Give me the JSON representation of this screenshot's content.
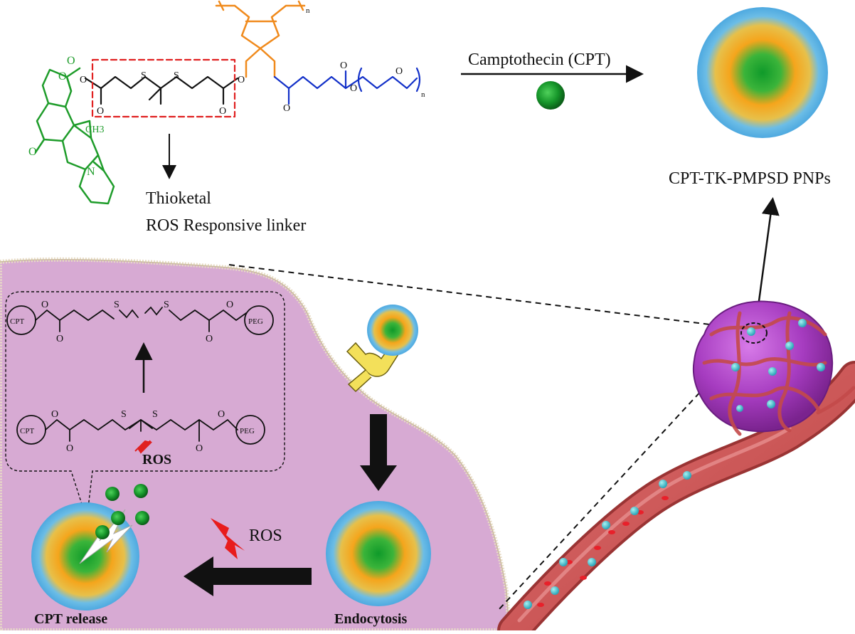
{
  "labels": {
    "camptothecin": "Camptothecin (CPT)",
    "nanoparticle": "CPT-TK-PMPSD PNPs",
    "thioketal": "Thioketal",
    "ros_linker": "ROS Responsive linker",
    "ros_small": "ROS",
    "ros_large": "ROS",
    "cpt_release": "CPT release",
    "endocytosis": "Endocytosis"
  },
  "chem_labels": {
    "cpt_top": "CPT",
    "peg_top": "PEG",
    "cpt_bottom": "CPT",
    "peg_bottom": "PEG",
    "s": "S",
    "o": "O",
    "n": "N",
    "ch3": "CH3",
    "sub_n": "n"
  },
  "colors": {
    "green": "#1e9c2a",
    "orange": "#f08a1c",
    "blue": "#1230c8",
    "red": "#e02020",
    "cell_fill": "#d7aad3",
    "membrane": "#e6dcc8",
    "vessel": "#d65858",
    "tumor": "#b147c6",
    "particle_outer": "#5ab4e8",
    "particle_mid": "#f4a51c",
    "particle_core": "#1aa632"
  }
}
